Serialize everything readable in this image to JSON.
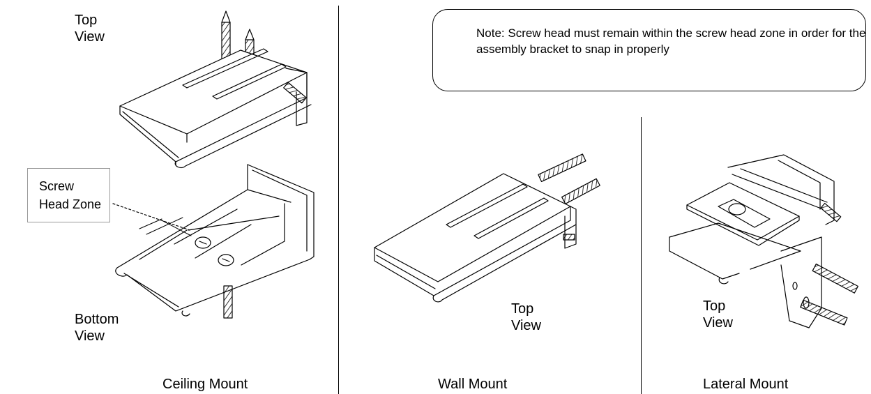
{
  "note": {
    "text": "Note: Screw head must remain within the screw head zone in order for the assembly bracket to snap in properly"
  },
  "callout": {
    "text": "Screw\nHead Zone"
  },
  "ceiling": {
    "top_view_label": "Top\nView",
    "bottom_view_label": "Bottom\nView",
    "caption": "Ceiling Mount"
  },
  "wall": {
    "top_view_label": "Top\nView",
    "caption": "Wall Mount"
  },
  "lateral": {
    "top_view_label": "Top\nView",
    "caption": "Lateral Mount"
  }
}
